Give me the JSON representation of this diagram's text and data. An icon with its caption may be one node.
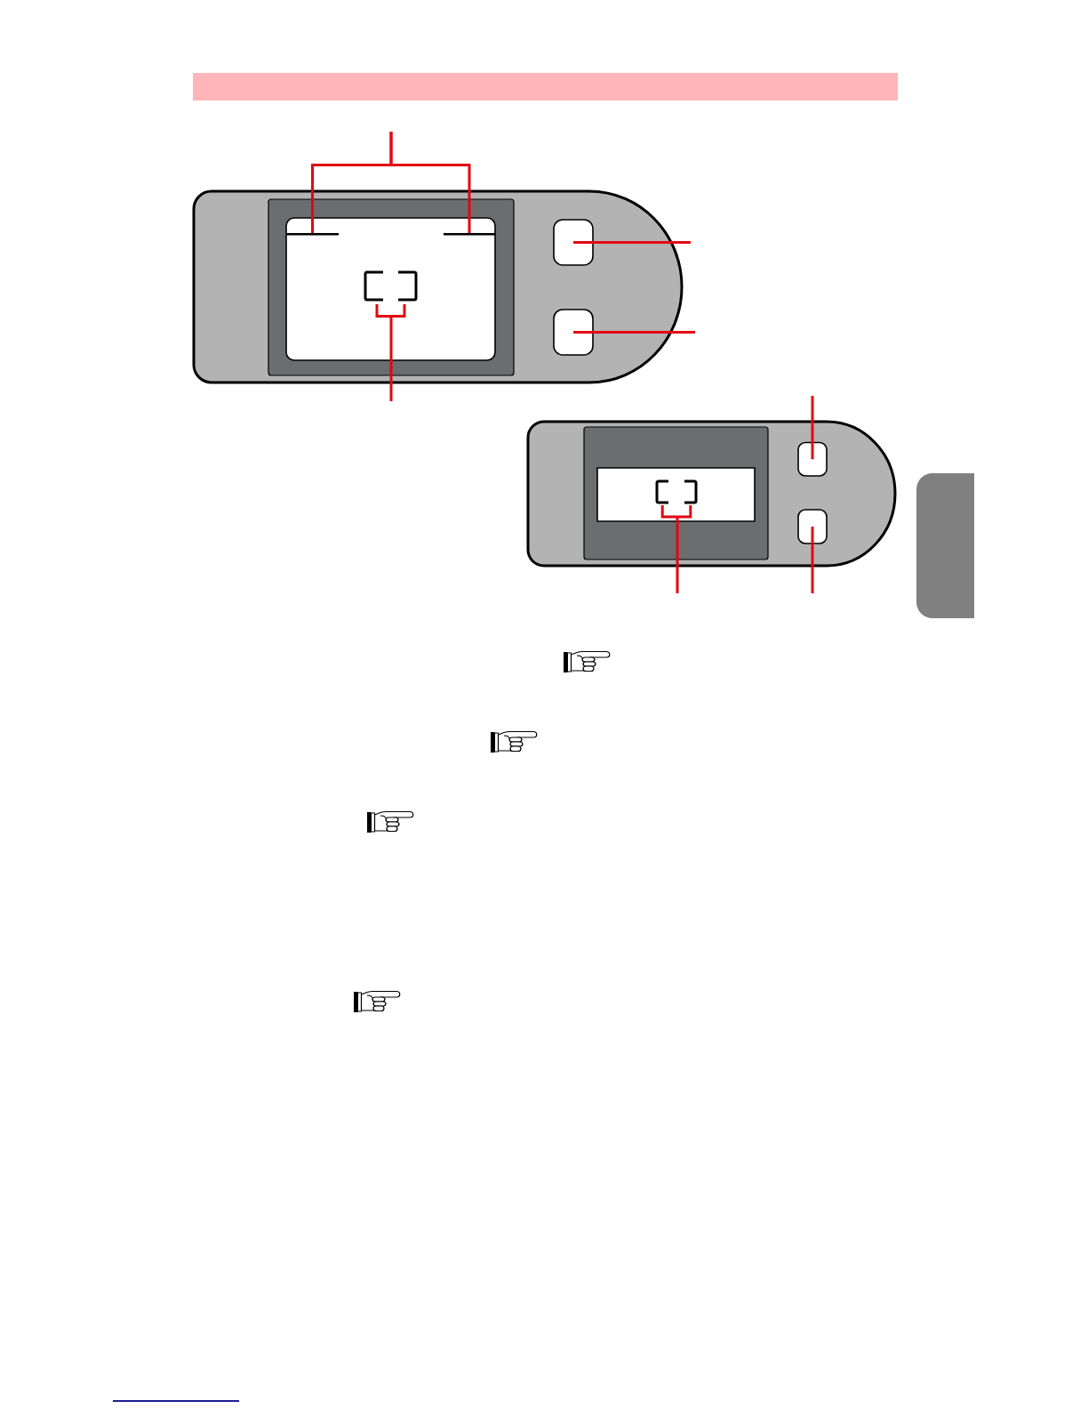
{
  "diagram": {
    "nodes": [
      {
        "text": [],
        "shape": "box"
      },
      {
        "text": [],
        "shape": "box",
        "in": 0
      },
      {
        "text": [],
        "shape": "box",
        "in": 1
      },
      {
        "text": [],
        "shape": "bar",
        "in": 2
      },
      {
        "text": [],
        "shape": "bar",
        "in": 2
      },
      {
        "text": [],
        "shape": "box",
        "in": 2
      },
      {
        "text": [],
        "shape": "box",
        "in": 0
      },
      {
        "text": [],
        "shape": "box",
        "in": 0
      },
      {
        "text": [],
        "shape": "box"
      },
      {
        "text": [],
        "shape": "box",
        "in": 8
      },
      {
        "text": [],
        "shape": "box",
        "in": 9
      },
      {
        "text": [],
        "shape": "box",
        "in": 10
      },
      {
        "text": [],
        "shape": "box",
        "in": 8
      },
      {
        "text": [],
        "shape": "box",
        "in": 8
      },
      {
        "text": [],
        "shape": "box"
      }
    ],
    "edges": [
      {
        "from": null,
        "to": 3,
        "arrow": "none"
      },
      {
        "from": null,
        "to": 4,
        "arrow": "none"
      },
      {
        "from": null,
        "to": 5,
        "arrow": "none"
      },
      {
        "from": null,
        "to": 6,
        "arrow": "none"
      },
      {
        "from": null,
        "to": 7,
        "arrow": "none"
      },
      {
        "from": null,
        "to": 12,
        "arrow": "none"
      },
      {
        "from": null,
        "to": 13,
        "arrow": "none"
      },
      {
        "from": null,
        "to": 11,
        "arrow": "none"
      }
    ]
  }
}
